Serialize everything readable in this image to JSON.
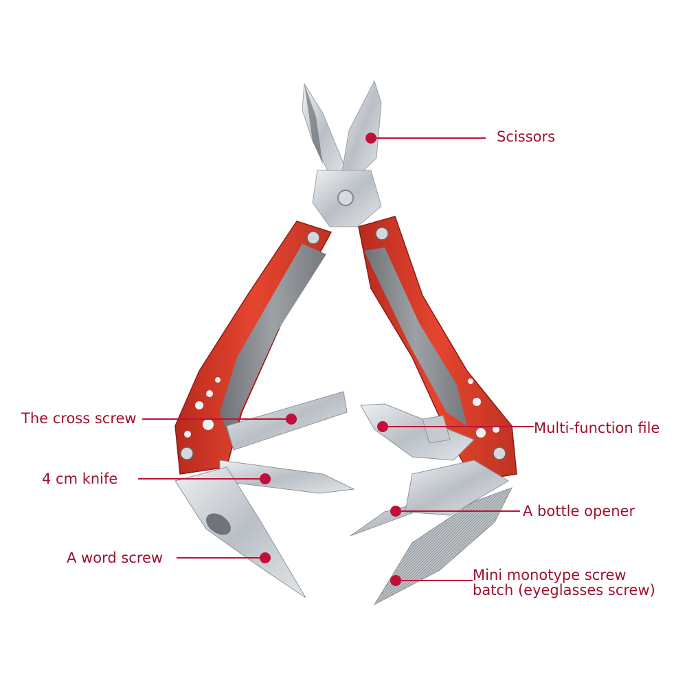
{
  "colors": {
    "background": "#ffffff",
    "accent": "#c0103a",
    "label_text": "#a0102e",
    "handle_red": "#d93a2a",
    "handle_grey": "#8d9196",
    "steel": "#c9ced3"
  },
  "labels": {
    "scissors": "Scissors",
    "cross_screw": "The cross screw",
    "multi_file": "Multi-function file",
    "knife": "4 cm knife",
    "bottle_opener": "A bottle opener",
    "word_screw": "A word screw",
    "mini_screw_line1": "Mini monotype screw",
    "mini_screw_line2": "batch (eyeglasses screw)"
  }
}
